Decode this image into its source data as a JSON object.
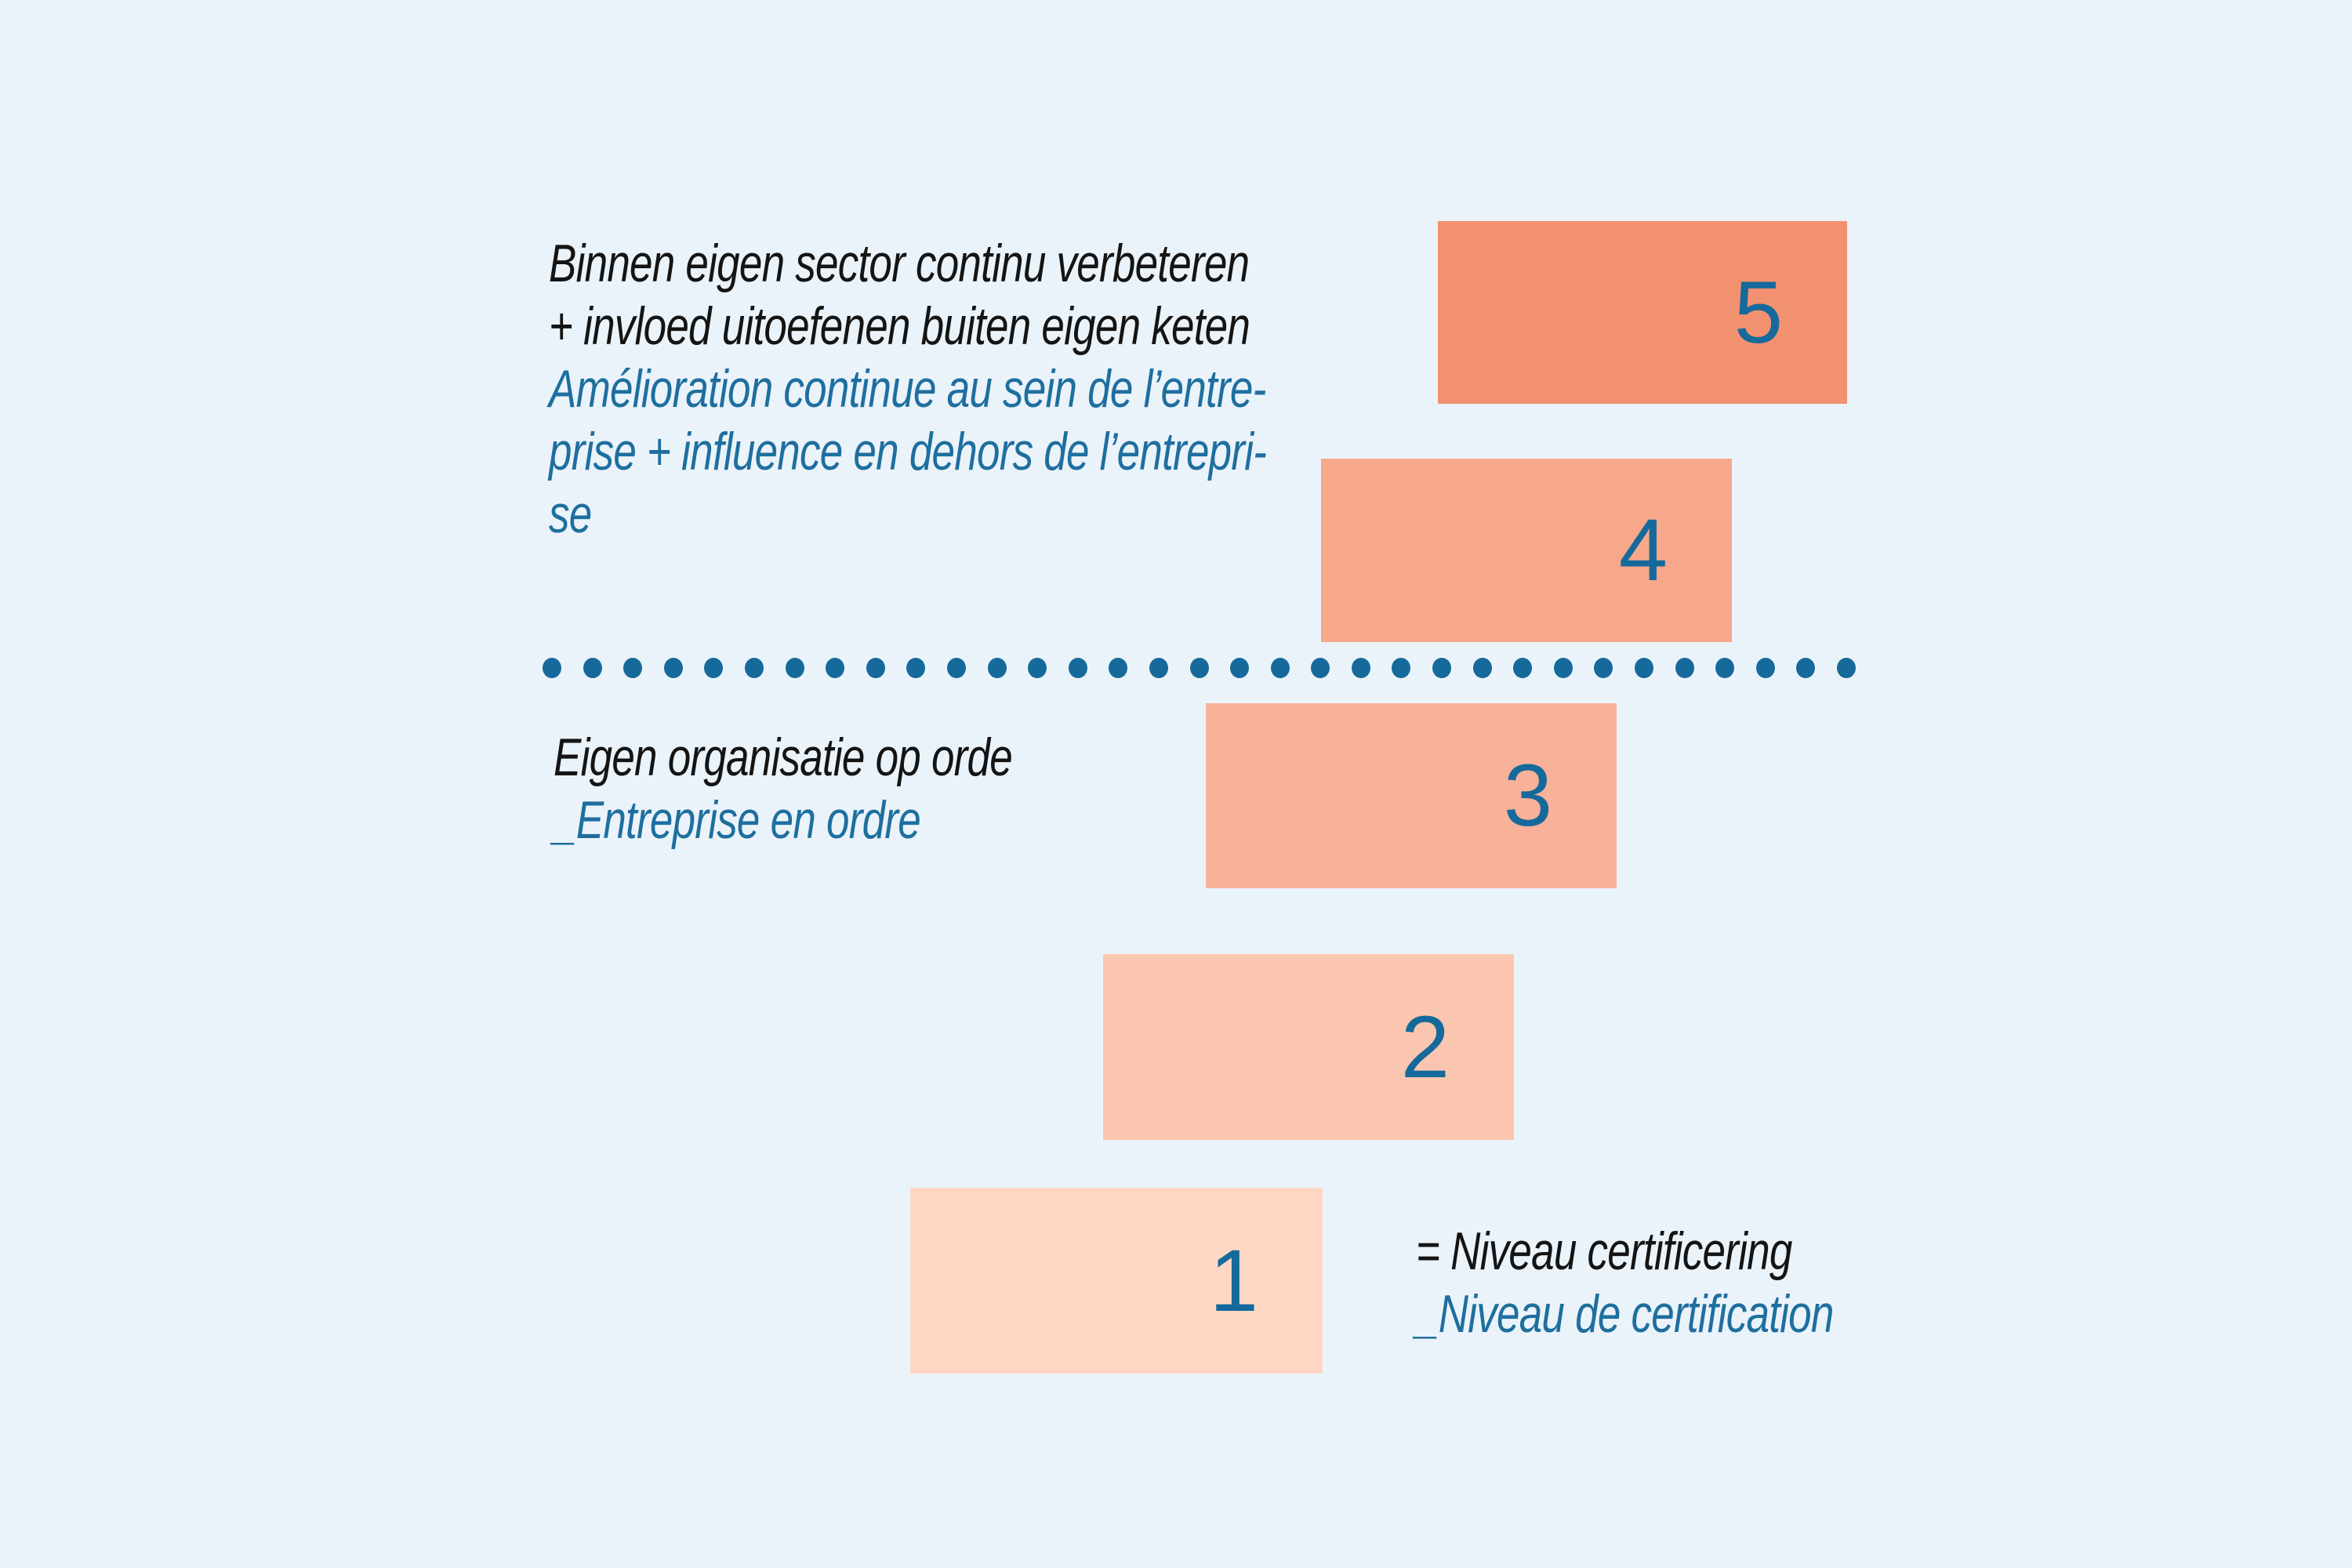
{
  "background_color": "#ebf3fa",
  "palette": {
    "text_dark": "#141414",
    "text_blue": "#1e6f9f",
    "accent_blue": "#156a9b"
  },
  "top_label": {
    "nl_lines": [
      "Binnen eigen sector continu verbeteren",
      "+ invloed uitoefenen buiten eigen keten"
    ],
    "fr_lines": [
      "Amélioration continue au sein de l’entre-",
      "prise + influence en dehors de l’entrepri-",
      "se"
    ]
  },
  "mid_label": {
    "nl": "Eigen organisatie op orde",
    "fr": "_Entreprise en ordre"
  },
  "legend": {
    "nl": "= Niveau certificering",
    "fr": "_Niveau de certification"
  },
  "ladder": {
    "levels": [
      {
        "number": "1",
        "color": "#fdd7c3"
      },
      {
        "number": "2",
        "color": "#fbc6af"
      },
      {
        "number": "3",
        "color": "#f9b29a"
      },
      {
        "number": "4",
        "color": "#f7a78a"
      },
      {
        "number": "5",
        "color": "#f2916f"
      }
    ]
  },
  "separator": {
    "dot_count": 33
  }
}
